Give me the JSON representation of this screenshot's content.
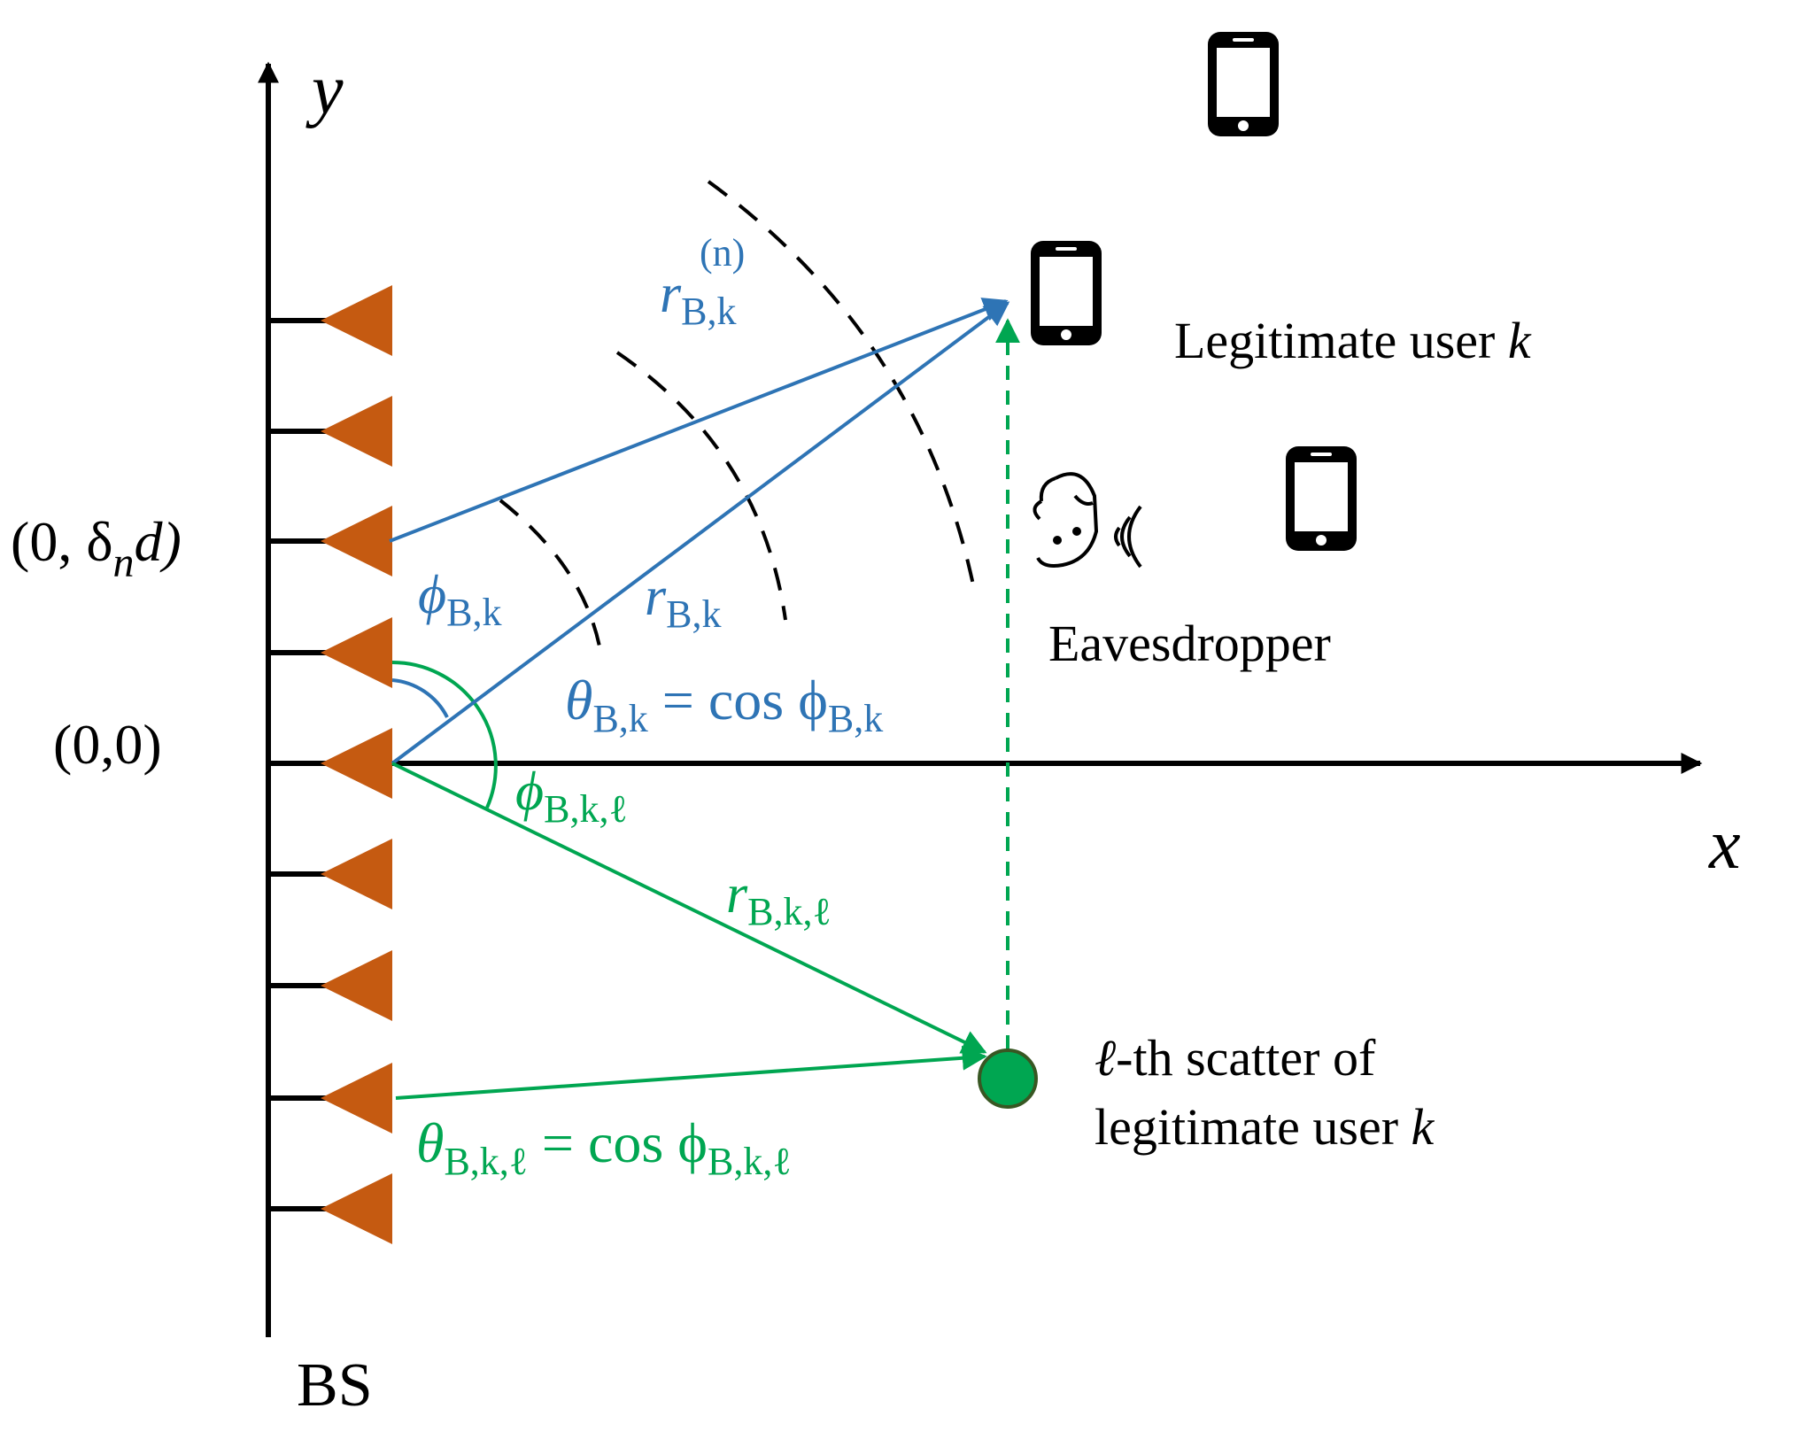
{
  "colors": {
    "axis": "#000000",
    "antenna": "#C55A11",
    "los_path": "#2E74B5",
    "nlos_path": "#00A651",
    "arc": "#000000"
  },
  "axes": {
    "x_label": "x",
    "y_label": "y"
  },
  "bs": {
    "label": "BS",
    "origin_label": "(0,0)",
    "element_coord": "(0, δ",
    "element_coord_sub": "n",
    "element_coord_tail": "d)"
  },
  "los": {
    "distance_n": {
      "base": "r",
      "sub": "B,k",
      "sup": "(n)"
    },
    "distance": {
      "base": "r",
      "sub": "B,k"
    },
    "angle": {
      "base": "ϕ",
      "sub": "B,k"
    },
    "equation": {
      "lhs": "θ",
      "lhs_sub": "B,k",
      "rhs": " = cos ϕ",
      "rhs_sub": "B,k"
    }
  },
  "nlos": {
    "angle": {
      "base": "ϕ",
      "sub": "B,k,ℓ"
    },
    "distance": {
      "base": "r",
      "sub": "B,k,ℓ"
    },
    "equation": {
      "lhs": "θ",
      "lhs_sub": "B,k,ℓ",
      "rhs": " = cos ϕ",
      "rhs_sub": "B,k,ℓ"
    }
  },
  "labels": {
    "legit_user": "Legitimate user ",
    "legit_user_k": "k",
    "eavesdropper": "Eavesdropper",
    "scatter_line1_sym": "ℓ",
    "scatter_line1": "-th scatter of",
    "scatter_line2": "legitimate user ",
    "scatter_line2_k": "k"
  },
  "icons": [
    "phone-icon",
    "eavesdropper-icon",
    "antenna-element-icon",
    "scatterer-icon"
  ]
}
